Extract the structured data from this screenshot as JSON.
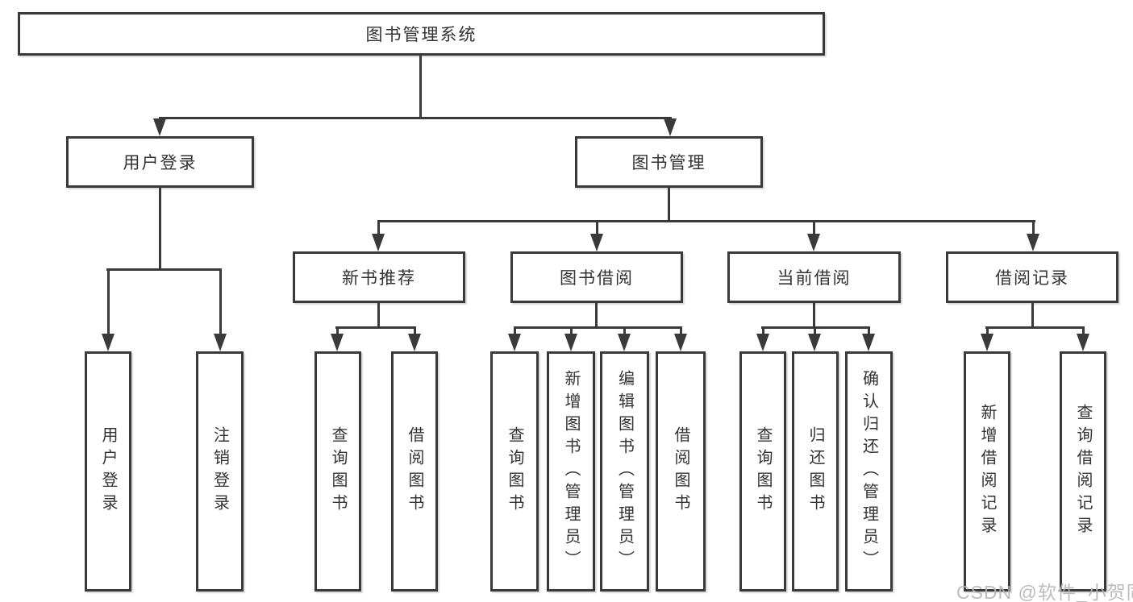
{
  "tree": {
    "root": {
      "label": "图书管理系统"
    },
    "level2": [
      {
        "label": "用户登录",
        "children": [
          "用户登录",
          "注销登录"
        ]
      },
      {
        "label": "图书管理"
      }
    ],
    "level3": [
      {
        "label": "新书推荐",
        "children": [
          "查询图书",
          "借阅图书"
        ]
      },
      {
        "label": "图书借阅",
        "children": [
          "查询图书",
          "新增图书（管理员）",
          "编辑图书（管理员）",
          "借阅图书"
        ]
      },
      {
        "label": "当前借阅",
        "children": [
          "查询图书",
          "归还图书",
          "确认归还（管理员）"
        ]
      },
      {
        "label": "借阅记录",
        "children": [
          "新增借阅记录",
          "查询借阅记录"
        ]
      }
    ]
  },
  "watermark": {
    "text": "CSDN @软件_小贺同学"
  },
  "colors": {
    "line": "#3a3a3a",
    "text": "#333333",
    "watermark": "#b5b5b5",
    "background": "#ffffff"
  }
}
